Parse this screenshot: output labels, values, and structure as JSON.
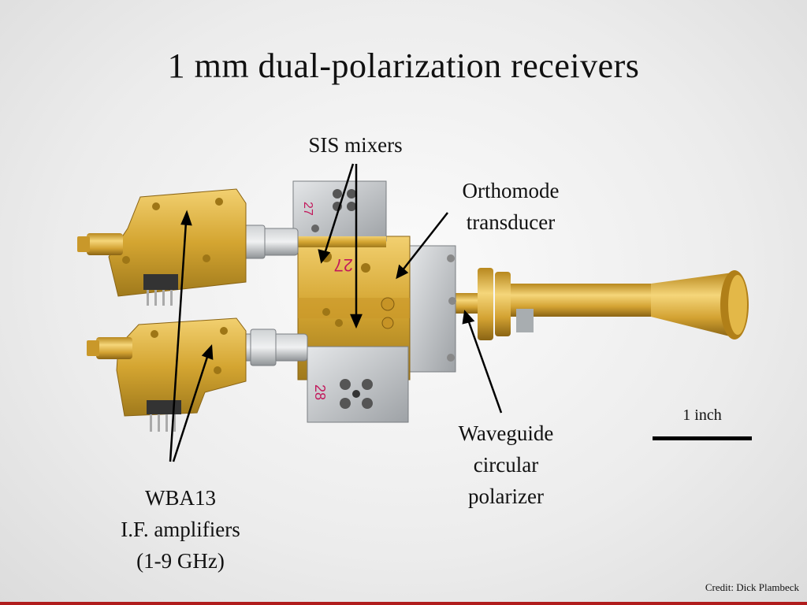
{
  "title": "1 mm dual-polarization receivers",
  "labels": {
    "sis_mixers": "SIS mixers",
    "orthomode": [
      "Orthomode",
      "transducer"
    ],
    "waveguide": [
      "Waveguide",
      "circular",
      "polarizer"
    ],
    "amplifiers": [
      "WBA13",
      "I.F. amplifiers",
      "(1-9 GHz)"
    ]
  },
  "block_marks": {
    "top_mixer": "27",
    "center_mixer": "27",
    "bottom_mixer": "28"
  },
  "scale": {
    "label": "1 inch"
  },
  "credit": "Credit: Dick Plambeck",
  "colors": {
    "gold": "#d4a531",
    "steel": "#b8bcc0",
    "accent_rule": "#b01c1c"
  }
}
